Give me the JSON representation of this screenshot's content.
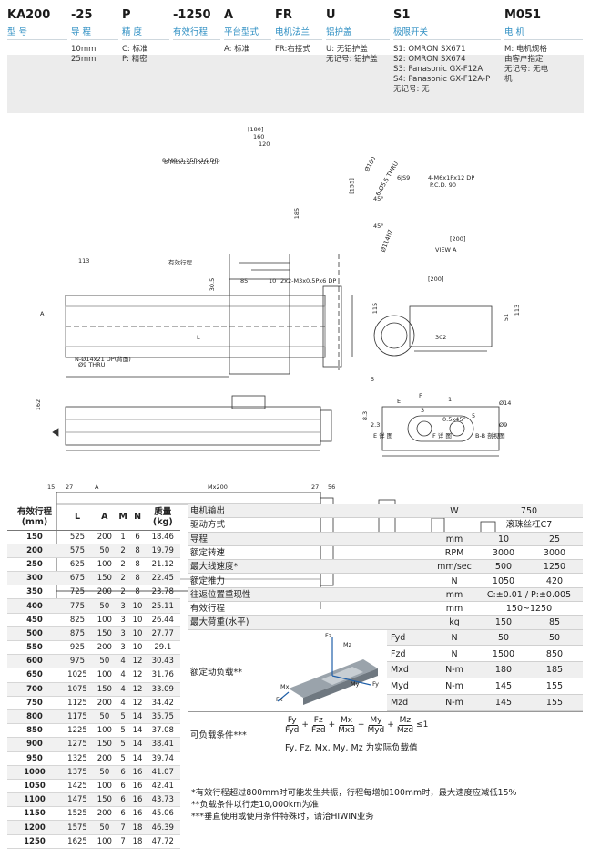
{
  "ordering_code": [
    {
      "code": "KA200",
      "label": "型 号",
      "desc": ""
    },
    {
      "code": "-25",
      "label": "导 程",
      "desc": "10mm\n25mm"
    },
    {
      "code": "P",
      "label": "精 度",
      "desc": "C: 标准\nP: 精密"
    },
    {
      "code": "-1250",
      "label": "有效行程",
      "desc": ""
    },
    {
      "code": "A",
      "label": "平台型式",
      "desc": "A: 标准"
    },
    {
      "code": "FR",
      "label": "电机法兰",
      "desc": "FR:右接式"
    },
    {
      "code": "U",
      "label": "铝护盖",
      "desc": "U: 无铝护盖\n无记号: 铝护盖"
    },
    {
      "code": "S1",
      "label": "极限开关",
      "desc": "S1: OMRON SX671\nS2: OMRON SX674\nS3: Panasonic GX-F12A\nS4: Panasonic GX-F12A-P\n无记号: 无"
    },
    {
      "code": "M051",
      "label": "电 机",
      "desc": "M: 电机规格\n由客户指定\n无记号: 无电\n机"
    }
  ],
  "drawing": {
    "top_dims": [
      "[180]",
      "160",
      "120",
      "[155]",
      "185",
      "113",
      "有效行程",
      "8-M8x1.25Px16 DP"
    ],
    "side_dims": [
      "30.5",
      "85",
      "10",
      "2x2-M3x0.5Px6 DP",
      "L",
      "A"
    ],
    "bottom_dims": [
      "N-Ø14x21 DP(背面)",
      "Ø9 THRU",
      "162",
      "15",
      "27",
      "A",
      "Mx200",
      "27",
      "56"
    ],
    "view_a": [
      "Ø160",
      "6-Ø5.5 THRU",
      "6JS9",
      "4-M6x1Px12 DP",
      "P.C.D. 90",
      "[200]",
      "45°",
      "45°",
      "Ø114h7",
      "VIEW A"
    ],
    "end_view": [
      "[200]",
      "115",
      "51",
      "113",
      "302"
    ],
    "details": [
      "E 详 图",
      "F 详 图",
      "B-B 剖视图",
      "E",
      "F",
      "8.3",
      "5",
      "2.3",
      "3",
      "1",
      "0.5x45°",
      "Ø14",
      "Ø9",
      "5"
    ]
  },
  "stroke_table": {
    "headers": [
      "有效行程\n(mm)",
      "L",
      "A",
      "M",
      "N",
      "质量\n(kg)"
    ],
    "rows": [
      [
        "150",
        "525",
        "200",
        "1",
        "6",
        "18.46"
      ],
      [
        "200",
        "575",
        "50",
        "2",
        "8",
        "19.79"
      ],
      [
        "250",
        "625",
        "100",
        "2",
        "8",
        "21.12"
      ],
      [
        "300",
        "675",
        "150",
        "2",
        "8",
        "22.45"
      ],
      [
        "350",
        "725",
        "200",
        "2",
        "8",
        "23.78"
      ],
      [
        "400",
        "775",
        "50",
        "3",
        "10",
        "25.11"
      ],
      [
        "450",
        "825",
        "100",
        "3",
        "10",
        "26.44"
      ],
      [
        "500",
        "875",
        "150",
        "3",
        "10",
        "27.77"
      ],
      [
        "550",
        "925",
        "200",
        "3",
        "10",
        "29.1"
      ],
      [
        "600",
        "975",
        "50",
        "4",
        "12",
        "30.43"
      ],
      [
        "650",
        "1025",
        "100",
        "4",
        "12",
        "31.76"
      ],
      [
        "700",
        "1075",
        "150",
        "4",
        "12",
        "33.09"
      ],
      [
        "750",
        "1125",
        "200",
        "4",
        "12",
        "34.42"
      ],
      [
        "800",
        "1175",
        "50",
        "5",
        "14",
        "35.75"
      ],
      [
        "850",
        "1225",
        "100",
        "5",
        "14",
        "37.08"
      ],
      [
        "900",
        "1275",
        "150",
        "5",
        "14",
        "38.41"
      ],
      [
        "950",
        "1325",
        "200",
        "5",
        "14",
        "39.74"
      ],
      [
        "1000",
        "1375",
        "50",
        "6",
        "16",
        "41.07"
      ],
      [
        "1050",
        "1425",
        "100",
        "6",
        "16",
        "42.41"
      ],
      [
        "1100",
        "1475",
        "150",
        "6",
        "16",
        "43.73"
      ],
      [
        "1150",
        "1525",
        "200",
        "6",
        "16",
        "45.06"
      ],
      [
        "1200",
        "1575",
        "50",
        "7",
        "18",
        "46.39"
      ],
      [
        "1250",
        "1625",
        "100",
        "7",
        "18",
        "47.72"
      ]
    ]
  },
  "spec_table": {
    "motor_output": {
      "label": "电机输出",
      "unit": "W",
      "value": "750"
    },
    "drive": {
      "label": "驱动方式",
      "value": "滚珠丝杠C7"
    },
    "lead": {
      "label": "导程",
      "unit": "mm",
      "v1": "10",
      "v2": "25"
    },
    "rated_speed": {
      "label": "额定转速",
      "unit": "RPM",
      "v1": "3000",
      "v2": "3000"
    },
    "max_speed": {
      "label": "最大线速度*",
      "unit": "mm/sec",
      "v1": "500",
      "v2": "1250"
    },
    "rated_thrust": {
      "label": "额定推力",
      "unit": "N",
      "v1": "1050",
      "v2": "420"
    },
    "repeatability": {
      "label": "往返位置重现性",
      "unit": "mm",
      "value": "C:±0.01 / P:±0.005"
    },
    "stroke": {
      "label": "有效行程",
      "unit": "mm",
      "value": "150~1250"
    },
    "max_load": {
      "label": "最大荷重(水平)",
      "unit": "kg",
      "v1": "150",
      "v2": "85"
    },
    "dyn_label": "额定动负载**",
    "dyn_rows": [
      {
        "name": "Fyd",
        "unit": "N",
        "v1": "50",
        "v2": "50"
      },
      {
        "name": "Fzd",
        "unit": "N",
        "v1": "1500",
        "v2": "850"
      },
      {
        "name": "Mxd",
        "unit": "N-m",
        "v1": "180",
        "v2": "185"
      },
      {
        "name": "Myd",
        "unit": "N-m",
        "v1": "145",
        "v2": "155"
      },
      {
        "name": "Mzd",
        "unit": "N-m",
        "v1": "145",
        "v2": "155"
      }
    ],
    "axes": [
      "Fz",
      "Mz",
      "Fy",
      "My",
      "Mx",
      "Fx"
    ],
    "cond_label": "可负载条件***",
    "formula": {
      "nums": [
        "Fy",
        "Fz",
        "Mx",
        "My",
        "Mz"
      ],
      "dens": [
        "Fyd",
        "Fzd",
        "Mxd",
        "Myd",
        "Mzd"
      ],
      "le": "≤1"
    },
    "cond_note": "Fy, Fz, Mx, My, Mz 为实际负载值"
  },
  "footnotes": [
    "*有效行程超过800mm时可能发生共振，行程每增加100mm时，最大速度应减低15%",
    "**负载条件以行走10,000km为准",
    "***垂直使用或使用条件特殊时，请洽HIWIN业务"
  ]
}
